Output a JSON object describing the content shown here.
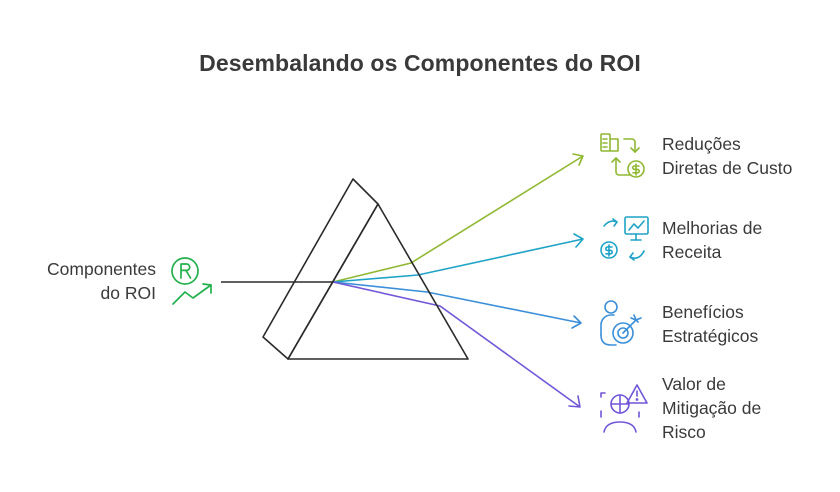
{
  "title": "Desembalando os Componentes do ROI",
  "source": {
    "line1": "Componentes",
    "line2": "do ROI",
    "icon": "roi-growth-icon",
    "color": "#23b04d"
  },
  "outputs": [
    {
      "lines": [
        "Reduções",
        "Diretas de Custo"
      ],
      "icon": "cost-reduction-icon",
      "color": "#8fb832"
    },
    {
      "lines": [
        "Melhorias de",
        "Receita"
      ],
      "icon": "revenue-chart-icon",
      "color": "#1ea3c7"
    },
    {
      "lines": [
        "Benefícios",
        "Estratégicos"
      ],
      "icon": "strategy-target-icon",
      "color": "#3b8fd9"
    },
    {
      "lines": [
        "Valor de",
        "Mitigação de",
        "Risco"
      ],
      "icon": "risk-warning-icon",
      "color": "#7257d9"
    }
  ],
  "prism_color": "#2b2b2b"
}
